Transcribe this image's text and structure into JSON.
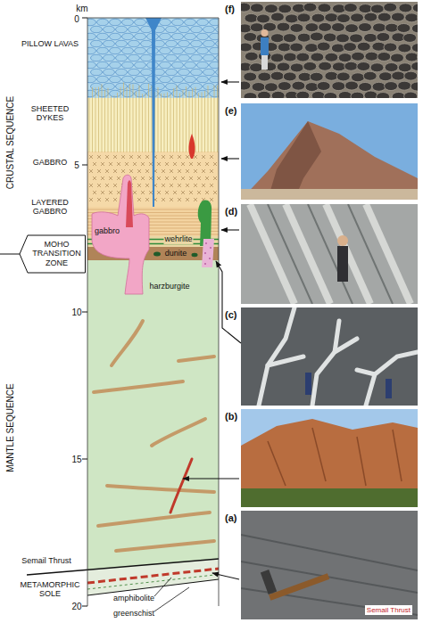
{
  "diagram": {
    "nodes": [
      {
        "text": [
          "(f)"
        ]
      },
      {
        "text": [
          "(e)"
        ]
      },
      {
        "text": [
          "(d)"
        ]
      },
      {
        "text": [
          "MOHO TRANSITION ZONE"
        ]
      },
      {
        "text": [
          "(c)"
        ]
      },
      {
        "text": [
          "(b)"
        ]
      },
      {
        "text": [
          "(a)",
          "Semail Thrust"
        ]
      }
    ],
    "labels": [
      "km",
      "0",
      "PILLOW LAVAS",
      "SHEETED DYKES",
      "5",
      "GABBRO",
      "LAYERED GABBRO",
      "gabbro",
      "wehrlite",
      "dunite",
      "harzburgite",
      "10",
      "15",
      "Semail Thrust",
      "METAMORPHIC SOLE",
      "amphibolite",
      "20",
      "greenschist",
      "CRUSTAL SEQUENCE",
      "MANTLE SEQUENCE"
    ]
  }
}
